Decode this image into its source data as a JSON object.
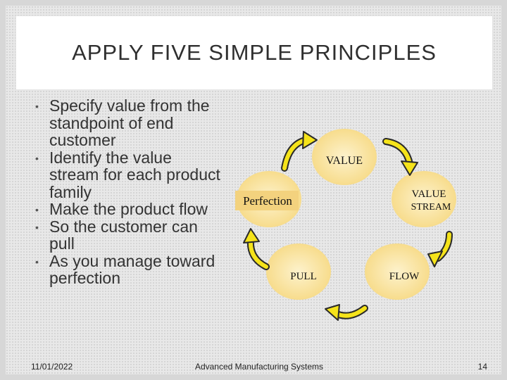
{
  "slide": {
    "title": "APPLY FIVE SIMPLE PRINCIPLES",
    "bullets": [
      [
        "Specify value from the",
        "standpoint of end",
        "customer"
      ],
      [
        "Identify the value",
        "stream for each product",
        "family"
      ],
      [
        "Make the product flow"
      ],
      [
        "So the customer can",
        "pull"
      ],
      [
        "As you manage toward",
        "perfection"
      ]
    ],
    "diagram": {
      "stages": {
        "value": "VALUE",
        "value_stream": [
          "VALUE",
          "STREAM"
        ],
        "flow": "FLOW",
        "pull": "PULL",
        "perfection": "Perfection"
      },
      "colors": {
        "circle": "#fbe8a8",
        "arrow_fill": "#f5e31a",
        "arrow_stroke": "#2a2a2a",
        "perfection_bg": "#f3d27e"
      },
      "arrow_icon": "curved-arrow-icon"
    },
    "footer": {
      "date": "11/01/2022",
      "center": "Advanced Manufacturing Systems",
      "page": "14"
    }
  }
}
